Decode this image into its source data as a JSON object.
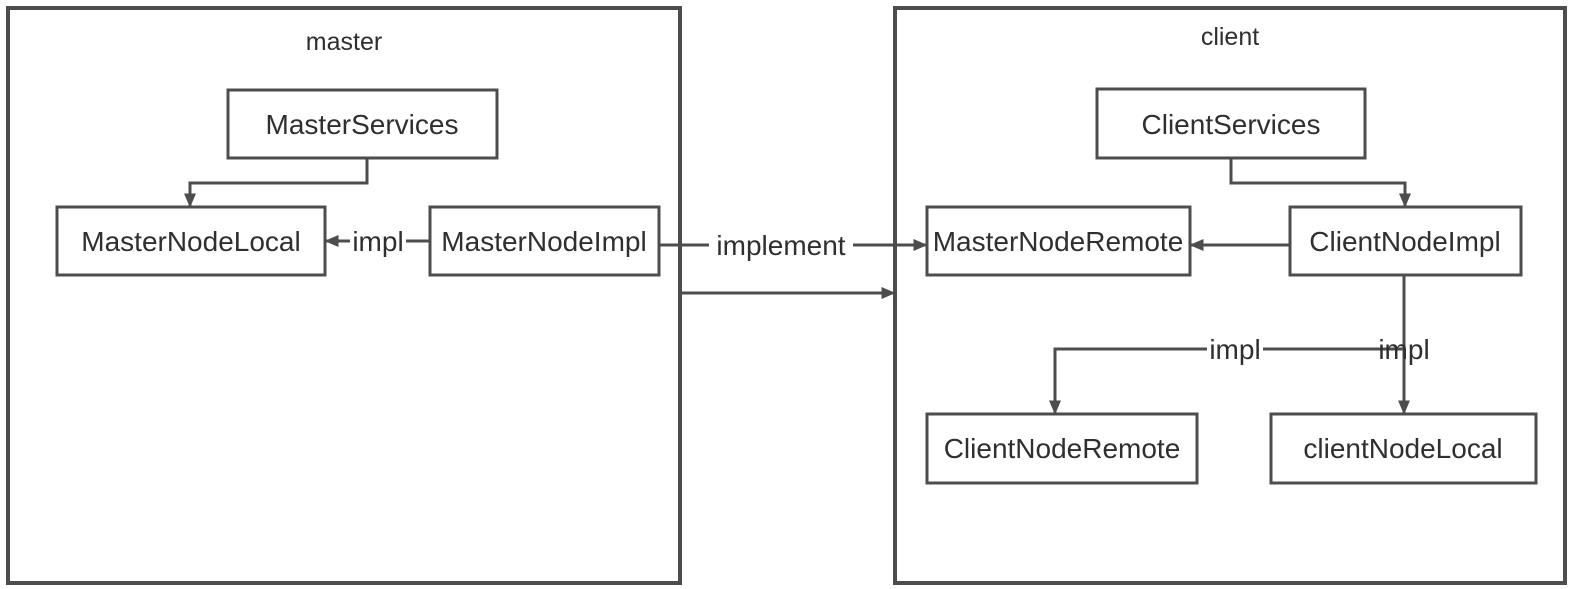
{
  "diagram": {
    "type": "architecture-diagram",
    "background_color": "#ffffff",
    "colors": {
      "stroke": "#4d4d4d",
      "text": "#2f2f2f",
      "node_fill": "#ffffff"
    },
    "containers": [
      {
        "label": "master"
      },
      {
        "label": "client"
      }
    ],
    "nodes": [
      {
        "label": "MasterServices"
      },
      {
        "label": "MasterNodeLocal"
      },
      {
        "label": "MasterNodeImpl"
      },
      {
        "label": "ClientServices"
      },
      {
        "label": "MasterNodeRemote"
      },
      {
        "label": "ClientNodeImpl"
      },
      {
        "label": "ClientNodeRemote"
      },
      {
        "label": "clientNodeLocal"
      }
    ],
    "edges": [
      {
        "from": "MasterServices",
        "to": "MasterNodeLocal",
        "label": "",
        "arrow": "solid-triangle"
      },
      {
        "from": "MasterNodeImpl",
        "to": "MasterNodeLocal",
        "label": "impl",
        "arrow": "solid-triangle"
      },
      {
        "from": "MasterNodeImpl",
        "to": "MasterNodeRemote",
        "label": "implement",
        "arrow": "solid-triangle"
      },
      {
        "from": "master",
        "to": "client",
        "label": "",
        "arrow": "solid-triangle"
      },
      {
        "from": "ClientServices",
        "to": "ClientNodeImpl",
        "label": "",
        "arrow": "solid-triangle"
      },
      {
        "from": "ClientNodeImpl",
        "to": "MasterNodeRemote",
        "label": "",
        "arrow": "solid-triangle"
      },
      {
        "from": "ClientNodeImpl",
        "to": "ClientNodeRemote",
        "label": "impl",
        "arrow": "solid-triangle"
      },
      {
        "from": "ClientNodeImpl",
        "to": "clientNodeLocal",
        "label": "impl",
        "arrow": "solid-triangle"
      }
    ]
  }
}
